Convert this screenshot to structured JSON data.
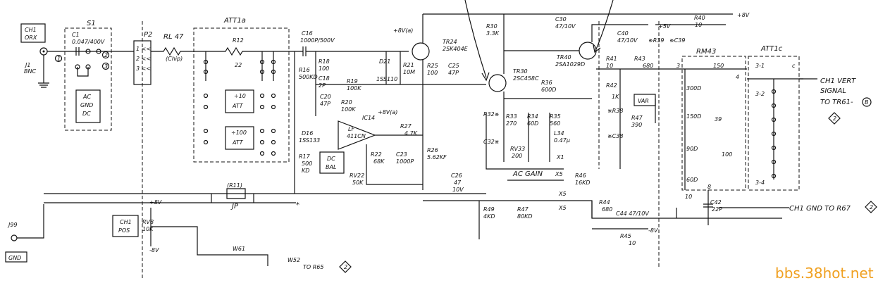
{
  "components": {
    "s1": "S1",
    "p2": "P2",
    "att1a": "ATT1a",
    "att1c": "ATT1c",
    "rm43": "RM43",
    "ch1_orx": [
      "CH1",
      "ORX"
    ],
    "j1": [
      "J1",
      "BNC"
    ],
    "c1": [
      "C1",
      "0.047/400V"
    ],
    "acgnddc": [
      "AC",
      "GND",
      "DC"
    ],
    "rl": [
      "RL 47",
      "(Chip)"
    ],
    "r12": [
      "R12",
      "22"
    ],
    "att10": [
      "÷10",
      "ATT"
    ],
    "att100": [
      "÷100",
      "ATT"
    ],
    "c16": [
      "C16",
      "1000P/500V"
    ],
    "r16": [
      "R16",
      "500KD"
    ],
    "r18": [
      "R18",
      "100"
    ],
    "c18": [
      "C18",
      "2P"
    ],
    "r19": [
      "R19",
      "100K"
    ],
    "d21": [
      "D21",
      "1SS110"
    ],
    "r21": [
      "R21",
      "10M"
    ],
    "tr24": [
      "TR24",
      "2SK404E"
    ],
    "r25": [
      "R25",
      "100"
    ],
    "c25": [
      "C25",
      "47P"
    ],
    "r30": [
      "R30",
      "3.3K"
    ],
    "c30": [
      "C30",
      "47/10V"
    ],
    "tr30": [
      "TR30",
      "2SC458C"
    ],
    "r36": [
      "R36",
      "600D"
    ],
    "tr40": [
      "TR40",
      "2SA1029D"
    ],
    "c40": [
      "C40",
      "47/10V"
    ],
    "r39": "※R39",
    "c39": "※C39",
    "r40": [
      "R40",
      "10"
    ],
    "v8": "+8V",
    "v5": "+5V",
    "vneg8": "-8V",
    "r41": [
      "R41",
      "10"
    ],
    "r43": [
      "R43",
      "680"
    ],
    "r42": [
      "R42",
      "1K"
    ],
    "var": "VAR",
    "r38": "※R38",
    "c38": "※C38",
    "r47top": [
      "R47",
      "390"
    ],
    "c20": [
      "C20",
      "47P"
    ],
    "r20": [
      "R20",
      "100K"
    ],
    "ic14": [
      "IC14",
      "LF",
      "411CN"
    ],
    "plus8va": "+8V(a)",
    "r27": [
      "R27",
      "4.7K"
    ],
    "d16": [
      "D16",
      "1SS133"
    ],
    "r17": [
      "R17",
      "500",
      "KD"
    ],
    "dcbal": [
      "DC",
      "BAL"
    ],
    "rv22": [
      "RV22",
      "50K"
    ],
    "r22": [
      "R22",
      "68K"
    ],
    "c23": [
      "C23",
      "1000P"
    ],
    "r26": [
      "R26",
      "5.62KF"
    ],
    "c26": [
      "C26",
      "47",
      "10V"
    ],
    "r32": "R32※",
    "r33": [
      "R33",
      "270"
    ],
    "r34": [
      "R34",
      "60D"
    ],
    "r35": [
      "R35",
      "560"
    ],
    "c32": "C32※",
    "rv33": [
      "RV33",
      "200"
    ],
    "l34": [
      "L34",
      "0.47μ"
    ],
    "x1": "X1",
    "acgain": "AC GAIN",
    "x5": "X5",
    "r46": [
      "R46",
      "16KD"
    ],
    "r44": [
      "R44",
      "680"
    ],
    "c44": "C44 47/10V",
    "r45": [
      "R45",
      "10"
    ],
    "r49": [
      "R49",
      "4KD"
    ],
    "r47b": [
      "R47",
      "80KD"
    ],
    "ch1pos": [
      "CH1",
      "POS"
    ],
    "rv8": [
      "RV8",
      "10K"
    ],
    "w61": "W61",
    "w52": "W52",
    "to_r65": "TO R65",
    "r65_ref": "2",
    "j99": "J99",
    "gnd": "GND",
    "jp": "JP",
    "r11": "(R11)",
    "rm_vals": [
      "300D",
      "150D",
      "90D",
      "60D",
      "150",
      "39",
      "100",
      "10",
      "8",
      "3",
      "4"
    ],
    "c42": [
      "C42",
      "22P"
    ],
    "att_nums": [
      "3-1",
      "3-2",
      "3-4",
      "c",
      "2",
      "2",
      "4",
      "1"
    ],
    "ch1_vert": [
      "CH1 VERT",
      "SIGNAL",
      "TO TR61-"
    ],
    "ch1_vert_ref": [
      "B",
      "2"
    ],
    "ch1_gnd": "CH1 GND TO R67",
    "ch1_gnd_ref": "2",
    "watermark": "bbs.38hot.net"
  }
}
